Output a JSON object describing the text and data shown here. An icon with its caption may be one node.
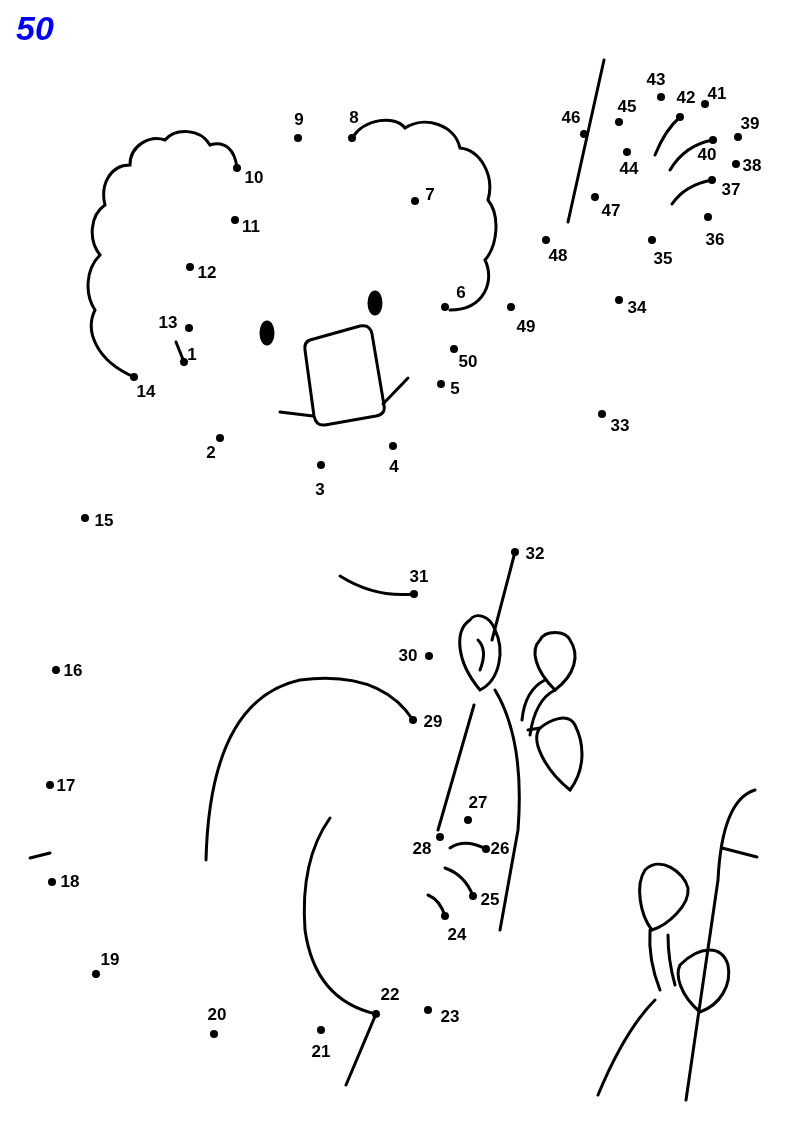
{
  "diagram": {
    "title": "50",
    "labels": [
      "1",
      "2",
      "3",
      "4",
      "5",
      "6",
      "7",
      "8",
      "9",
      "10",
      "11",
      "12",
      "13",
      "14",
      "15",
      "16",
      "17",
      "18",
      "19",
      "20",
      "21",
      "22",
      "23",
      "24",
      "25",
      "26",
      "27",
      "28",
      "29",
      "30",
      "31",
      "32",
      "33",
      "34",
      "35",
      "36",
      "37",
      "38",
      "39",
      "40",
      "41",
      "42",
      "43",
      "44",
      "45",
      "46",
      "47",
      "48",
      "49",
      "50"
    ]
  }
}
